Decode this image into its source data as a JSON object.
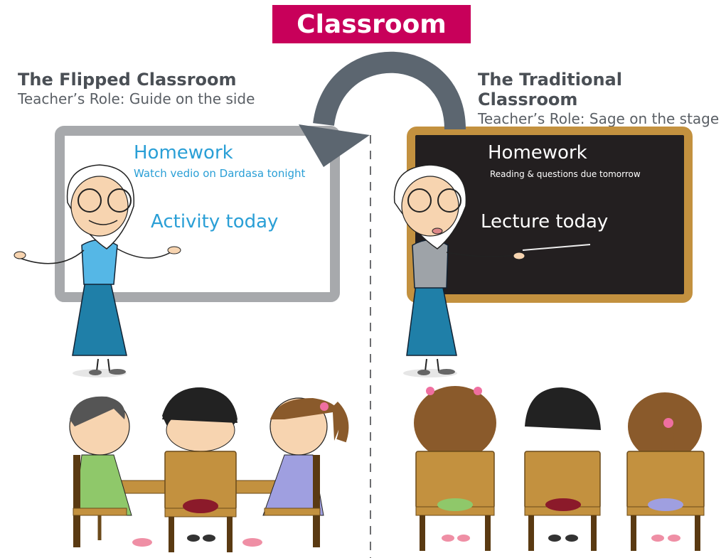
{
  "title": "Classroom",
  "flipped": {
    "heading": "The Flipped Classroom",
    "role": "Teacher’s Role: Guide on the side",
    "board": {
      "homework_title": "Homework",
      "homework_detail": "Watch vedio on Dardasa tonight",
      "activity": "Activity today"
    }
  },
  "traditional": {
    "heading": "The Traditional Classroom",
    "role": "Teacher’s Role: Sage on the stage",
    "board": {
      "homework_title": "Homework",
      "homework_detail": "Reading & questions due tomorrow",
      "activity": "Lecture today"
    }
  },
  "colors": {
    "title_bg": "#c8005a",
    "whiteboard_frame": "#a7a9ac",
    "chalkboard_frame": "#c3913f",
    "chalkboard": "#231f20",
    "accent_text": "#2a9fd6",
    "arrow": "#5c6670"
  }
}
